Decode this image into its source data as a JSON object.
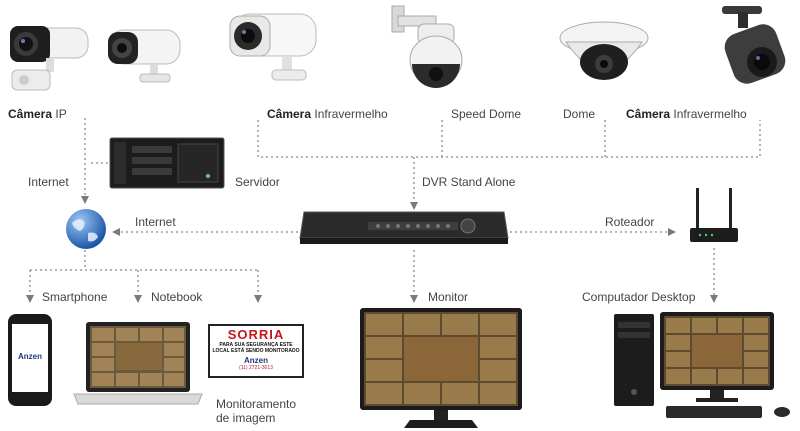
{
  "labels": {
    "camera_ip_bold": "Câmera",
    "camera_ip_rest": " IP",
    "camera_ir1_bold": "Câmera",
    "camera_ir1_rest": " Infravermelho",
    "speed_dome": "Speed Dome",
    "dome": "Dome",
    "camera_ir2_bold": "Câmera",
    "camera_ir2_rest": " Infravermelho",
    "internet_left": "Internet",
    "servidor": "Servidor",
    "dvr": "DVR Stand Alone",
    "internet_mid": "Internet",
    "roteador": "Roteador",
    "smartphone": "Smartphone",
    "notebook": "Notebook",
    "monitor": "Monitor",
    "computador": "Computador Desktop",
    "monitoramento_1": "Monitoramento",
    "monitoramento_2": "de imagem"
  },
  "sign": {
    "title": "SORRIA",
    "line1": "PARA SUA SEGURANÇA ESTE",
    "line2": "LOCAL ESTÁ SENDO MONITORADO",
    "brand": "Anzen",
    "phone": "(11) 2721-3613"
  },
  "phone_brand": "Anzen",
  "colors": {
    "line": "#8a8a8a",
    "globe": "#2a6fc4",
    "sign_red": "#c8171e"
  }
}
